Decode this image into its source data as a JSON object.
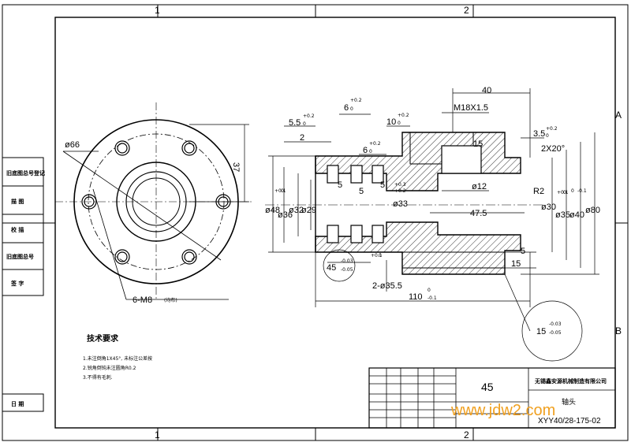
{
  "frame": {
    "zone_top_1": "1",
    "zone_top_2": "2",
    "zone_bottom_1": "1",
    "zone_bottom_2": "2",
    "zone_right_a": "A",
    "zone_right_b": "B"
  },
  "left_strip": {
    "row1": "旧底图总号登记",
    "row2": "描 图",
    "row3": "校 描",
    "row4": "旧底图总号",
    "row5": "签 字",
    "row6": "日 期"
  },
  "flange_view": {
    "dia_label": "ø66",
    "height_label": "37",
    "thread_label": "6-M8",
    "thread_note": "(均布)"
  },
  "section_view": {
    "d_40": "40",
    "thread": "M18X1.5",
    "d_6": "6",
    "d_6_tol": "+0.2",
    "d_6_tol0": "0",
    "d_55": "5.5",
    "d_55_tol": "+0.2",
    "d_55_tol0": "0",
    "d_10": "10",
    "d_10_tol": "+0.2",
    "d_10_tol0": "0",
    "d_35b": "3.5",
    "d_35b_tol": "+0.2",
    "d_35b_tol0": "0",
    "d_2": "2",
    "d_6b": "6",
    "d_6b_tol": "+0.2",
    "d_6b_tol0": "0",
    "d_15v": "15",
    "chamfer": "2X20°",
    "d_5a": "5",
    "d_5b": "5",
    "d_5c": "5",
    "dia_12": "ø12",
    "r2": "R2",
    "len_475": "47.5",
    "dia_48": "ø48",
    "dia_36": "ø36",
    "dia_36_tol": "+0.1",
    "dia_36_tol0": "0",
    "dia_32": "ø32",
    "dia_29": "ø29",
    "dia_33": "ø33",
    "dia_33_tol": "+0.3",
    "dia_33_tol0": "+0.2",
    "dia_30": "ø30",
    "dia_35": "ø35",
    "dia_35_tol": "+0.1",
    "dia_35_tol0": "0",
    "dia_40": "ø40",
    "dia_40_tol": "0",
    "dia_40_tol0": "-0.1",
    "dia_80": "ø80",
    "len_45": "45",
    "len_45_tol": "-0.03",
    "len_45_tol0": "-0.05",
    "dia_355": "2-ø35.5",
    "dia_355_tol": "+0.1",
    "dia_355_tol0": "0",
    "d_5r": "5",
    "d_15r": "15",
    "len_110": "110",
    "len_110_tol": "0",
    "len_110_tol0": "-0.1",
    "len_15": "15",
    "len_15_tol": "-0.03",
    "len_15_tol0": "-0.05"
  },
  "tech_notes": {
    "title": "技术要求",
    "n1": "1.未注倒角1X45°, 未标注公差按",
    "n2": "2.锐角倒钝未注圆角R0.2",
    "n3": "3.不得有毛刺."
  },
  "title_block": {
    "material": "45",
    "company": "无锡鑫安源机械制造有限公司",
    "part_name": "轴头",
    "drawing_no": "XYY40/28-175-02",
    "watermark": "www.jdw2.com"
  },
  "colors": {
    "line": "#000000",
    "watermark": "#f0a020"
  }
}
